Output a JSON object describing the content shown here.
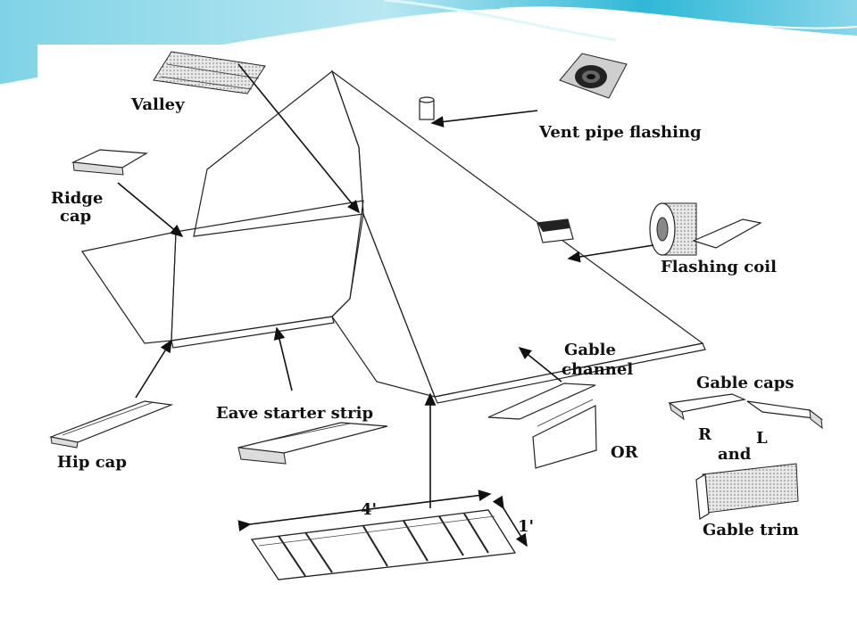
{
  "labels": {
    "valley": "Valley",
    "ridge_cap": [
      "Ridge",
      "cap"
    ],
    "vent_pipe_flashing": "Vent pipe flashing",
    "flashing_coil": "Flashing coil",
    "gable_channel": [
      "Gable",
      "channel"
    ],
    "gable_caps": "Gable caps",
    "r": "R",
    "l": "L",
    "and": "and",
    "or": "OR",
    "gable_trim": "Gable trim",
    "eave_starter_strip": "Eave starter strip",
    "hip_cap": "Hip cap",
    "width_dim": "4'",
    "height_dim": "1'"
  },
  "colors": {
    "banner_teal": "#2fb8d6",
    "banner_light": "#bfe9f3",
    "ink": "#111111"
  }
}
